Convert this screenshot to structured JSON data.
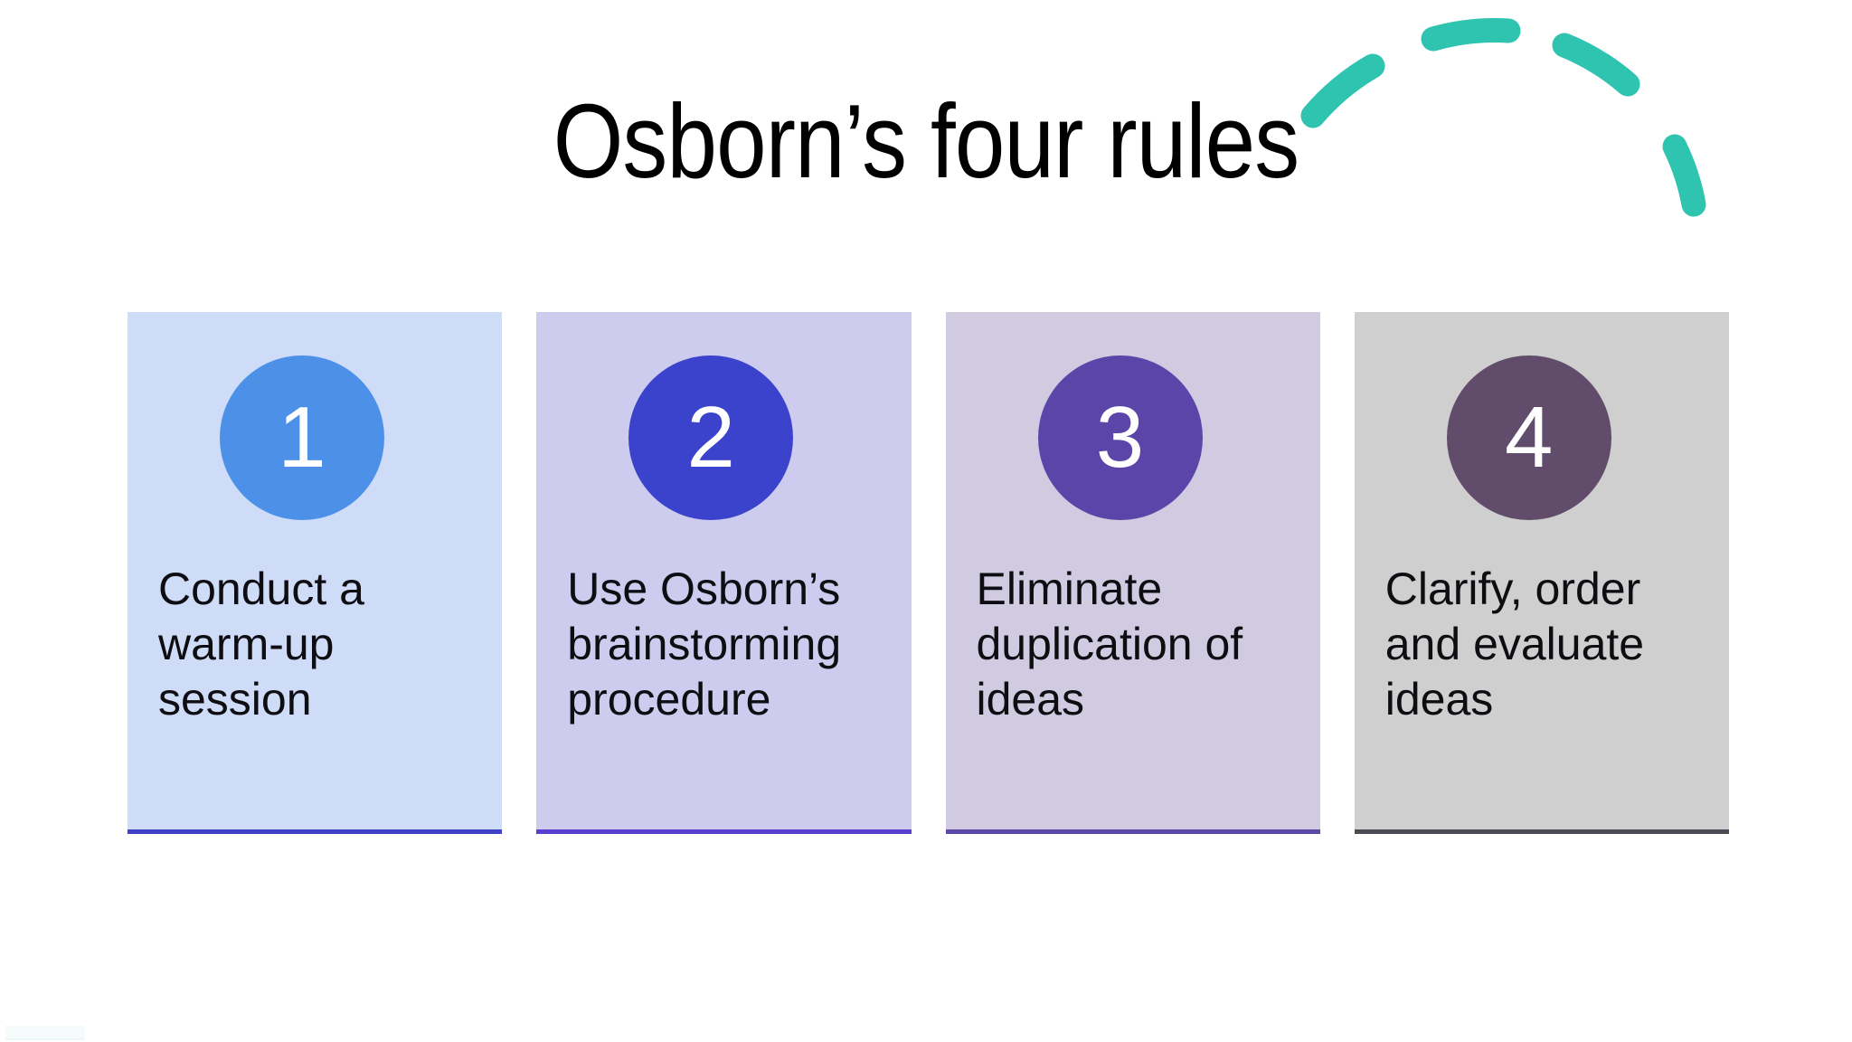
{
  "slide": {
    "title": "Osborn’s four rules",
    "background_color": "#ffffff",
    "accent_color": "#2EC4B0"
  },
  "decor": {
    "arc_icon_name": "dashed-arc-decoration",
    "color": "#2EC4B0",
    "dash_count": 4
  },
  "cards": [
    {
      "number": "1",
      "text": "Conduct a warm-up session",
      "bg_color": "#cfdcf8",
      "badge_color": "#4c90e8",
      "rule_color": "#4040c8",
      "text_color": "#0d0d12"
    },
    {
      "number": "2",
      "text": "Use Osborn’s brainstorming procedure",
      "bg_color": "#cdcbee",
      "badge_color": "#3b43cc",
      "rule_color": "#5b3fd0",
      "text_color": "#0d0d12"
    },
    {
      "number": "3",
      "text": "Eliminate duplication of ideas",
      "bg_color": "#d1cbe2",
      "badge_color": "#5b45a8",
      "rule_color": "#5d4aa8",
      "text_color": "#0d0d12"
    },
    {
      "number": "4",
      "text": "Clarify, order and evaluate ideas",
      "bg_color": "#cfcfcf",
      "badge_color": "#614d6b",
      "rule_color": "#4a4a55",
      "text_color": "#0d0d12"
    }
  ]
}
